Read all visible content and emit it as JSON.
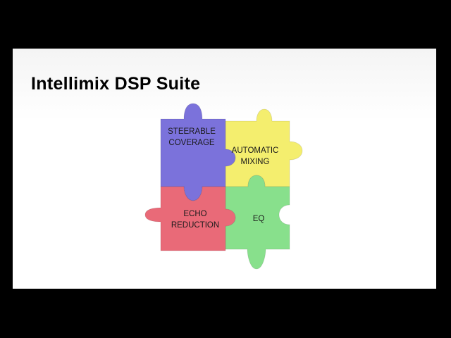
{
  "slide": {
    "title": "Intellimix DSP Suite"
  },
  "pieces": {
    "steerable": {
      "line1": "STEERABLE",
      "line2": "COVERAGE",
      "color": "#7b72db"
    },
    "automatic": {
      "line1": "AUTOMATIC",
      "line2": "MIXING",
      "color": "#f4ee6e"
    },
    "echo": {
      "line1": "ECHO",
      "line2": "REDUCTION",
      "color": "#e96a78"
    },
    "eq": {
      "line1": "EQ",
      "color": "#88e08c"
    }
  },
  "colors": {
    "background": "#000000",
    "slide": "#ffffff"
  }
}
